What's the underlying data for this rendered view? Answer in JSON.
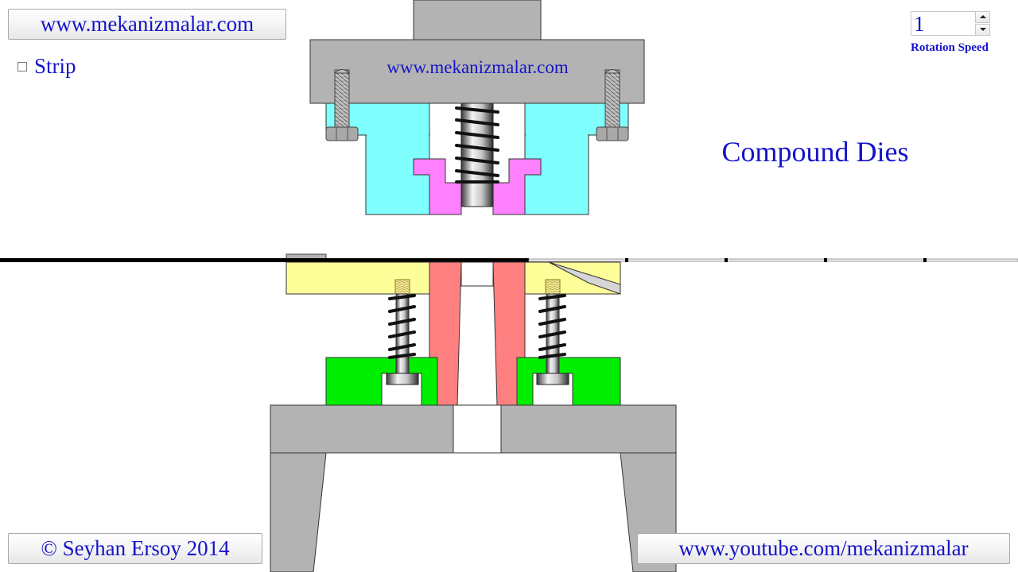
{
  "buttons": {
    "site": "www.mekanizmalar.com",
    "copyright": "© Seyhan Ersoy 2014",
    "youtube": "www.youtube.com/mekanizmalar"
  },
  "strip": {
    "label": "Strip",
    "checked": false
  },
  "speed": {
    "value": "1",
    "label": "Rotation Speed"
  },
  "diagram": {
    "title": "Compound Dies",
    "plate_text": "www.mekanizmalar.com"
  },
  "colors": {
    "text": "#1414c8",
    "steel": "#b3b3b3",
    "upper_die": "#80ffff",
    "punch": "#ff80ff",
    "stripper": "#ffff99",
    "die": "#ff8080",
    "spacer": "#00ee00"
  },
  "icons": [
    "spring-icon",
    "bolt-icon"
  ]
}
